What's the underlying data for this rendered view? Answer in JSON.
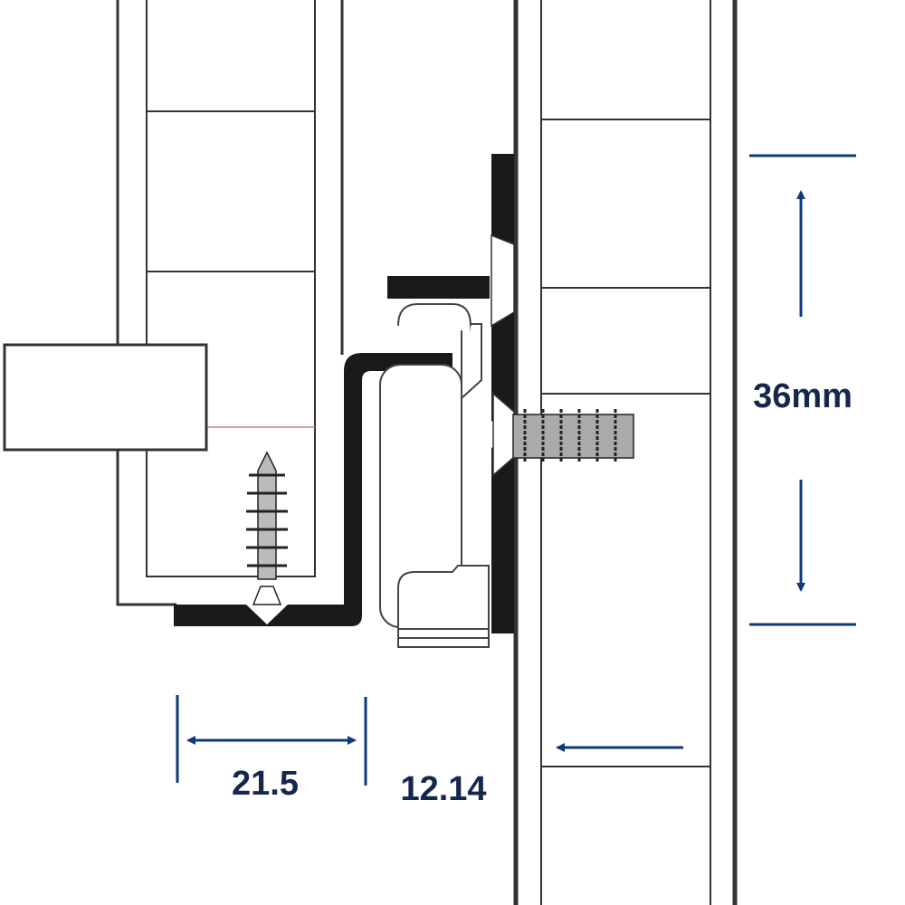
{
  "diagram": {
    "dimensions": {
      "height_label": "36mm",
      "rail_width_label": "21.5",
      "clearance_label": "12.14"
    },
    "colors": {
      "dimension": "#0d3b78",
      "text": "#15284a",
      "outline": "#333333",
      "rail": "#1a1a1a"
    }
  }
}
